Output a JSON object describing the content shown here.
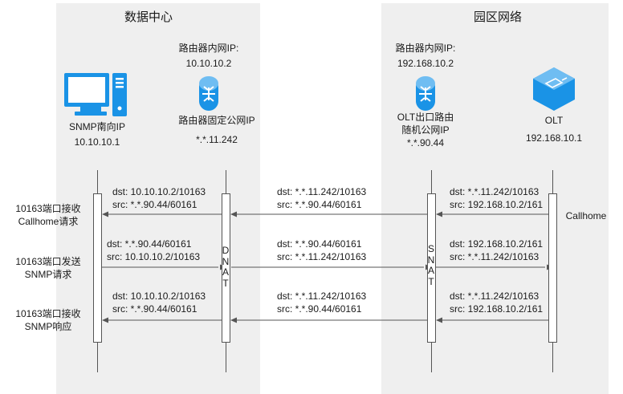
{
  "zones": {
    "datacenter": {
      "title": "数据中心"
    },
    "campus": {
      "title": "园区网络"
    }
  },
  "nodes": {
    "snmp": {
      "line1": "SNMP南向IP",
      "line2": "10.10.10.1",
      "icon": "computer-icon"
    },
    "router_dc": {
      "top1": "路由器内网IP:",
      "top2": "10.10.10.2",
      "bottom1": "路由器固定公网IP",
      "bottom2": "*.*.11.242",
      "icon": "router-icon"
    },
    "router_campus": {
      "top1": "路由器内网IP:",
      "top2": "192.168.10.2",
      "bottom1": "OLT出口路由",
      "bottom2": "随机公网IP",
      "bottom3": "*.*.90.44",
      "icon": "router-icon"
    },
    "olt": {
      "line1": "OLT",
      "line2": "192.168.10.1",
      "icon": "olt-device-icon"
    }
  },
  "side_labels": {
    "left1": {
      "line1": "10163端口接收",
      "line2": "Callhome请求"
    },
    "left2": {
      "line1": "10163端口发送",
      "line2": "SNMP请求"
    },
    "left3": {
      "line1": "10163端口接收",
      "line2": "SNMP响应"
    },
    "right1": "Callhome"
  },
  "activation_text": {
    "dnat": [
      "D",
      "N",
      "A",
      "T"
    ],
    "snat": [
      "S",
      "N",
      "A",
      "T"
    ]
  },
  "messages": {
    "row1": {
      "a": {
        "dst": "dst: 10.10.10.2/10163",
        "src": "src: *.*.90.44/60161"
      },
      "b": {
        "dst": "dst: *.*.11.242/10163",
        "src": "src: *.*.90.44/60161"
      },
      "c": {
        "dst": "dst: *.*.11.242/10163",
        "src": "src: 192.168.10.2/161"
      }
    },
    "row2": {
      "a": {
        "dst": "dst: *.*.90.44/60161",
        "src": "src: 10.10.10.2/10163"
      },
      "b": {
        "dst": "dst: *.*.90.44/60161",
        "src": "src: *.*.11.242/10163"
      },
      "c": {
        "dst": "dst: 192.168.10.2/161",
        "src": "src: *.*.11.242/10163"
      }
    },
    "row3": {
      "a": {
        "dst": "dst: 10.10.10.2/10163",
        "src": "src: *.*.90.44/60161"
      },
      "b": {
        "dst": "dst: *.*.11.242/10163",
        "src": "src: *.*.90.44/60161"
      },
      "c": {
        "dst": "dst: *.*.11.242/10163",
        "src": "src: 192.168.10.2/161"
      }
    }
  },
  "colors": {
    "zone_bg": "#efefef",
    "icon_blue": "#1a93e6",
    "line": "#555555"
  }
}
